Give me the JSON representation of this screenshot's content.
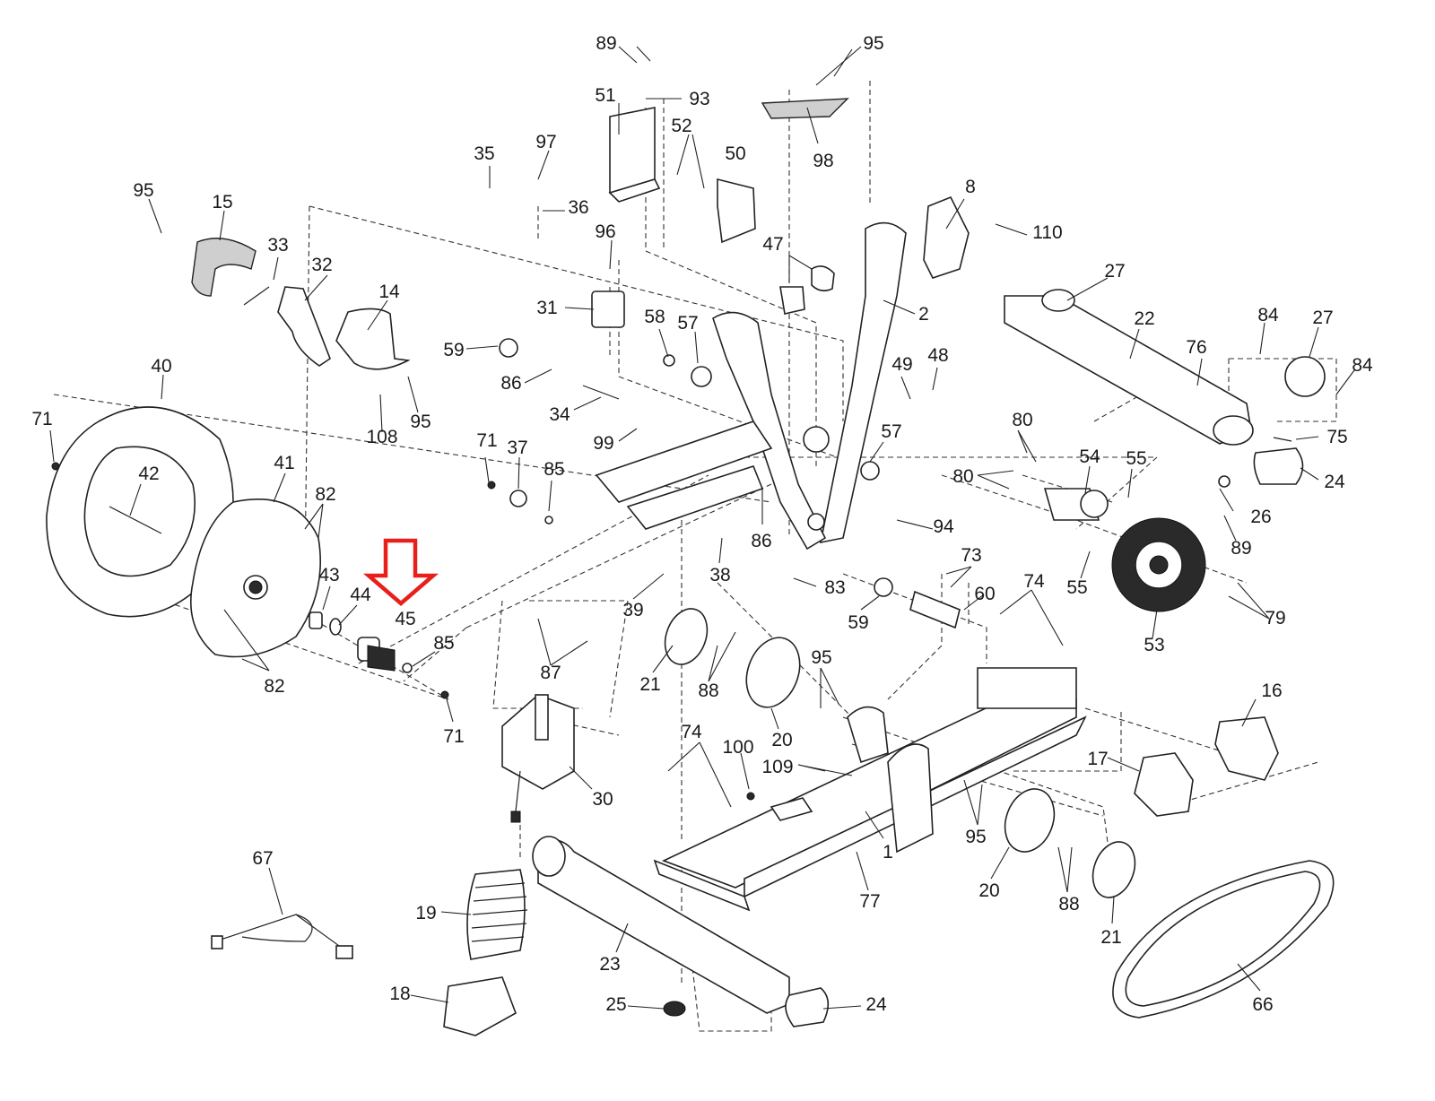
{
  "labels": {
    "l89a": "89",
    "l95a": "95",
    "l51": "51",
    "l93": "93",
    "l52": "52",
    "l50": "50",
    "l98": "98",
    "l35": "35",
    "l97": "97",
    "l36": "36",
    "l95b": "95",
    "l15": "15",
    "l33": "33",
    "l32": "32",
    "l14": "14",
    "l8": "8",
    "l110": "110",
    "l47": "47",
    "l2": "2",
    "l27a": "27",
    "l22": "22",
    "l96": "96",
    "l31": "31",
    "l58": "58",
    "l57a": "57",
    "l59a": "59",
    "l86a": "86",
    "l34": "34",
    "l99": "99",
    "l95c": "95",
    "l108": "108",
    "l40": "40",
    "l71a": "71",
    "l42": "42",
    "l41": "41",
    "l82a": "82",
    "l43": "43",
    "l44": "44",
    "l45": "45",
    "l85a": "85",
    "l71b": "71",
    "l82b": "82",
    "l71c": "71",
    "l37": "37",
    "l85b": "85",
    "l86b": "86",
    "l38": "38",
    "l39": "39",
    "l83": "83",
    "l49": "49",
    "l48": "48",
    "l57b": "57",
    "l94": "94",
    "l76": "76",
    "l84a": "84",
    "l27b": "27",
    "l84b": "84",
    "l75": "75",
    "l24a": "24",
    "l80a": "80",
    "l80b": "80",
    "l54": "54",
    "l55a": "55",
    "l26": "26",
    "l89b": "89",
    "l55b": "55",
    "l53": "53",
    "l79": "79",
    "l73": "73",
    "l60": "60",
    "l59b": "59",
    "l74a": "74",
    "l87": "87",
    "l21a": "21",
    "l88a": "88",
    "l20a": "20",
    "l95d": "95",
    "l109": "109",
    "l100": "100",
    "l74b": "74",
    "l30": "30",
    "l16": "16",
    "l17": "17",
    "l95e": "95",
    "l1": "1",
    "l20b": "20",
    "l88b": "88",
    "l21b": "21",
    "l77": "77",
    "l67": "67",
    "l19": "19",
    "l23": "23",
    "l18": "18",
    "l25": "25",
    "l24b": "24",
    "l66": "66"
  },
  "highlight": {
    "target_part": "45",
    "color": "#e8201c"
  }
}
